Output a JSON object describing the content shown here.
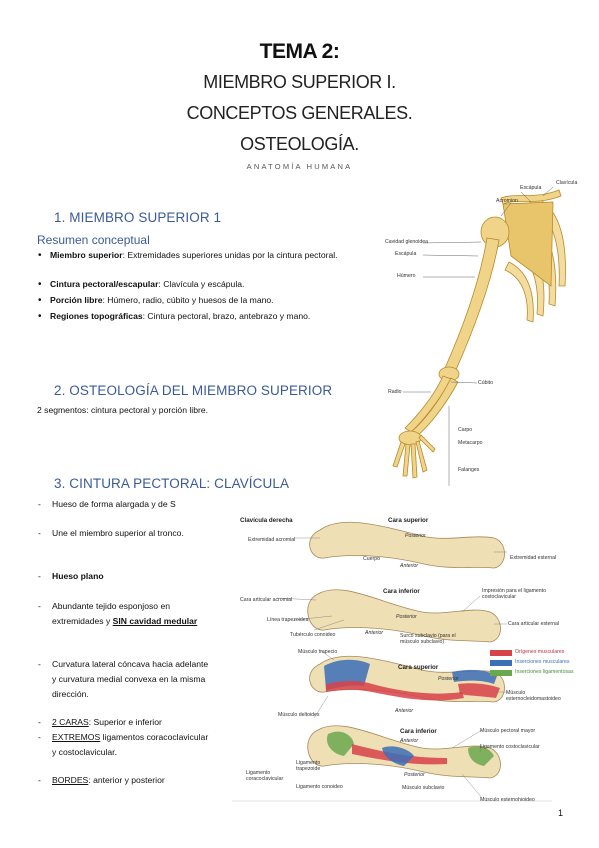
{
  "header": {
    "title": "TEMA 2:",
    "subtitle_lines": [
      "MIEMBRO SUPERIOR I.",
      "CONCEPTOS GENERALES.",
      "OSTEOLOGÍA."
    ],
    "tagline": "ANATOMÍA HUMANA"
  },
  "section1": {
    "heading": "1.  MIEMBRO SUPERIOR 1",
    "subheading": "Resumen conceptual",
    "bullets": [
      {
        "term": "Miembro superior",
        "text": ": Extremidades superiores unidas por la cintura pectoral."
      },
      {
        "term": "Cintura pectoral/escapular",
        "text": ": Clavícula y escápula."
      },
      {
        "term": "Porción libre",
        "text": ": Húmero, radio, cúbito y huesos de la mano."
      },
      {
        "term": "Regiones topográficas",
        "text": ": Cintura pectoral, brazo, antebrazo y mano."
      }
    ]
  },
  "section2": {
    "heading": "2.  OSTEOLOGÍA DEL MIEMBRO SUPERIOR",
    "text": "2 segmentos: cintura pectoral y porción libre."
  },
  "section3": {
    "heading": "3.  CINTURA PECTORAL: CLAVÍCULA",
    "items": {
      "i1": "Hueso de forma alargada y de S",
      "i2": "Une el miembro superior al tronco.",
      "i3": "Hueso plano",
      "i4a": "Abundante tejido esponjoso en extremidades y ",
      "i4b": "SIN cavidad medular",
      "i5": "Curvatura lateral cóncava hacia adelante y curvatura medial convexa en la misma dirección.",
      "i6a": "2 CARAS",
      "i6b": ": Superior e inferior",
      "i7a": "EXTREMOS",
      "i7b": " ligamentos coracoclavicular y costoclavicular.",
      "i8a": "BORDES",
      "i8b": ": anterior y posterior"
    }
  },
  "arm_figure": {
    "labels": {
      "escapula": "Escápula",
      "clavicula": "Clavícula",
      "acromion": "Acromion",
      "cavidad": "Cavidad glenoidea",
      "escapula2": "Escápula",
      "humero": "Húmero",
      "cubito": "Cúbito",
      "radio": "Radio",
      "carpo": "Carpo",
      "metacarpo": "Metacarpo",
      "falanges": "Falanges"
    }
  },
  "clavicle_figure": {
    "title": "Clavícula derecha",
    "labels": {
      "cara_sup": "Cara superior",
      "posterior1": "Posterior",
      "ext_acromial": "Extremidad acromial",
      "ext_esternal": "Extremidad esternal",
      "cuerpo": "Cuerpo",
      "anterior1": "Anterior",
      "cara_inf": "Cara inferior",
      "cara_art_acr": "Cara articular acromial",
      "imp_lig": "Impresión para el ligamento costoclavicular",
      "linea_trap": "Línea trapezoidea",
      "posterior2": "Posterior",
      "cara_art_est": "Cara articular esternal",
      "tuberculo": "Tubérculo conoideo",
      "surco": "Surco subclavio (para el músculo subclavio)",
      "anterior2": "Anterior",
      "musc_trap": "Músculo trapecio",
      "cara_sup2": "Cara superior",
      "posterior3": "Posterior",
      "legend_orig": "Orígenes musculares",
      "legend_ins": "Inserciones musculares",
      "legend_lig": "Inserciones ligamentosas",
      "musc_delt": "Músculo deltoides",
      "anterior3": "Anterior",
      "musc_ester": "Músculo esternocleidomastoideo",
      "cara_inf2": "Cara inferior",
      "musc_pect": "Músculo pectoral mayor",
      "anterior4": "Anterior",
      "lig_costo": "Ligamento costoclavicular",
      "lig_trap": "Ligamento trapezoide",
      "lig_coraco": "Ligamento coracoclavicular",
      "lig_con": "Ligamento conoideo",
      "posterior4": "Posterior",
      "musc_subcl": "Músculo subclavio",
      "musc_esterhi": "Músculo esternohioideo"
    },
    "colors": {
      "origin": "#d8424a",
      "insertion": "#3b6fb8",
      "ligament": "#6aa84f",
      "bone": "#efdfb4"
    }
  },
  "footer": {
    "page_number": "1"
  }
}
